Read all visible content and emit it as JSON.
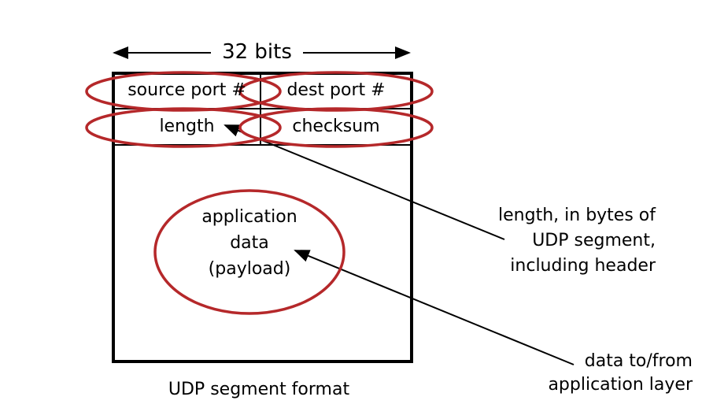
{
  "title": "32 bits",
  "header_fields": {
    "source_port": "source port #",
    "dest_port": "dest port #",
    "length": "length",
    "checksum": "checksum"
  },
  "payload": [
    "application",
    "data",
    "(payload)"
  ],
  "caption": "UDP segment format",
  "annotations": {
    "length_note": [
      "length, in bytes of",
      "UDP segment,",
      "including header"
    ],
    "data_note": [
      "data to/from",
      "application layer"
    ]
  },
  "colors": {
    "highlight": "#b5282a",
    "line": "#000000"
  }
}
